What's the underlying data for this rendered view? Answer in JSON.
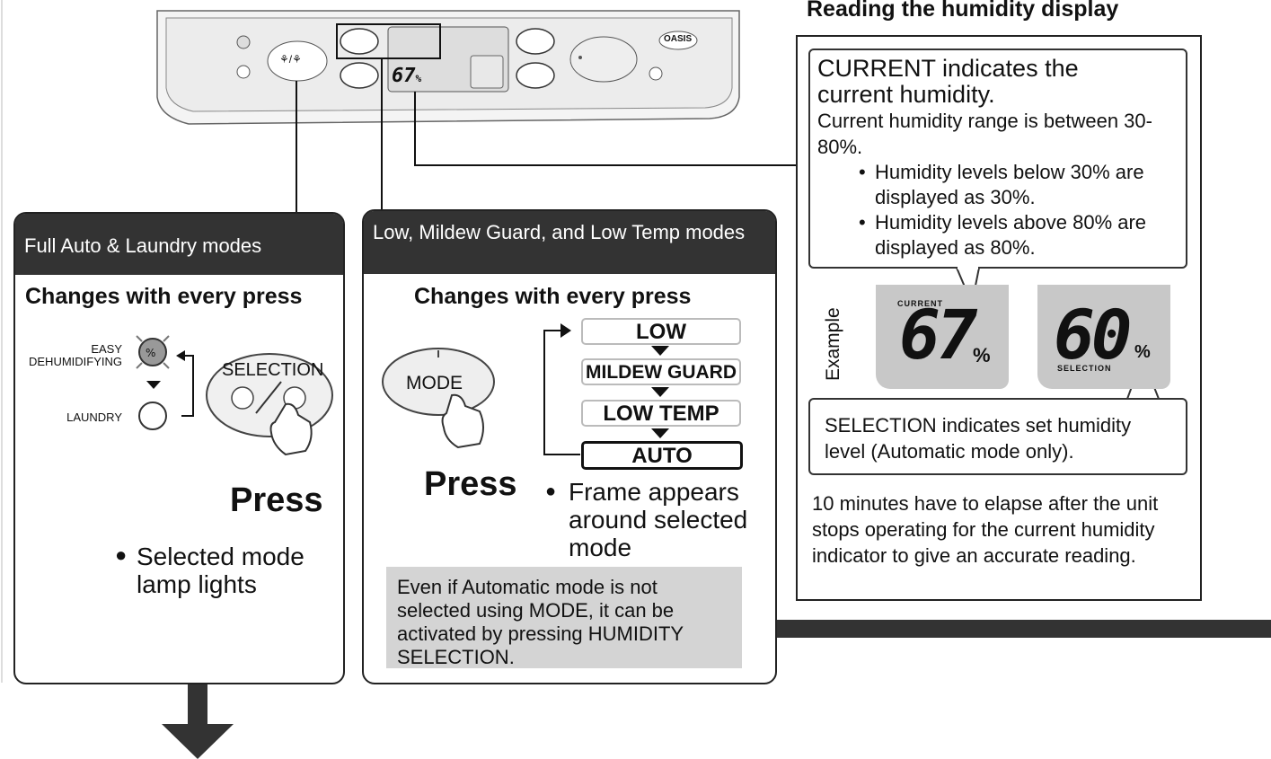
{
  "page": {
    "section_title": "Reading the humidity display"
  },
  "control_panel": {
    "brand_logo": "OASIS",
    "display_value": "67",
    "display_unit": "%",
    "selection_button_label": "⚘/⚘"
  },
  "card_full_auto": {
    "header": "Full Auto & Laundry modes",
    "subheading": "Changes with every press",
    "easy_label": "EASY\nDEHUMIDIFYING",
    "laundry_label": "LAUNDRY",
    "selection_button_label": "SELECTION",
    "press_label": "Press",
    "bullet": "Selected mode lamp lights"
  },
  "card_mode": {
    "header": "Low, Mildew Guard, and Low Temp modes",
    "subheading": "Changes with every press",
    "mode_button_label": "MODE",
    "modes": [
      "LOW",
      "MILDEW GUARD",
      "LOW TEMP",
      "AUTO"
    ],
    "active_mode": "AUTO",
    "press_label": "Press",
    "bullet": "Frame appears around selected mode",
    "note": "Even if Automatic mode is not selected using MODE, it can be activated by pressing HUMIDITY SELECTION."
  },
  "humidity_info": {
    "current_title": "CURRENT indicates the current humidity.",
    "current_range": "Current humidity range is between 30-80%.",
    "bullet_below": "Humidity levels below 30% are displayed as 30%.",
    "bullet_above": "Humidity levels above 80% are displayed as 80%.",
    "example_label": "Example",
    "current_display": {
      "tag": "CURRENT",
      "value": "67",
      "unit": "%"
    },
    "selection_display": {
      "tag": "SELECTION",
      "value": "60",
      "unit": "%"
    },
    "selection_note": "SELECTION indicates set humidity level (Automatic mode only).",
    "elapse_note": "10 minutes have to elapse after the unit stops operating for the current humidity indicator to give an accurate reading."
  },
  "colors": {
    "header_bg": "#333333",
    "note_bg": "#d4d4d4",
    "lcd_bg": "#c8c8c8"
  }
}
